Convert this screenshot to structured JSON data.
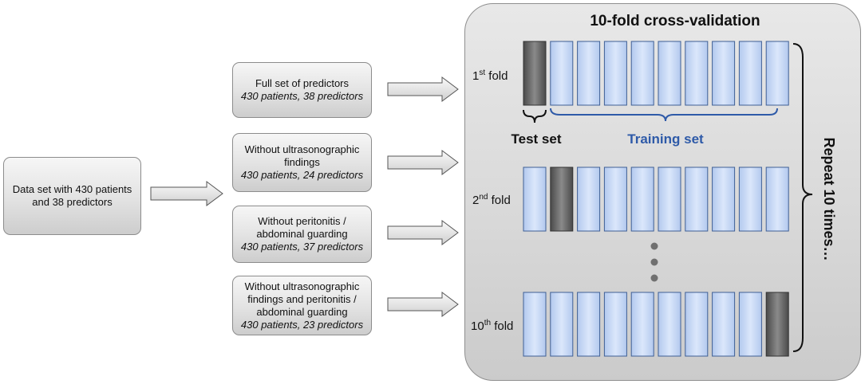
{
  "input_box": {
    "line1": "Data set with 430 patients",
    "line2": "and 38 predictors"
  },
  "predictor_sets": [
    {
      "lines": [
        "Full set of predictors"
      ],
      "detail": "430 patients, 38 predictors"
    },
    {
      "lines": [
        "Without ultrasonographic",
        "findings"
      ],
      "detail": "430 patients, 24 predictors"
    },
    {
      "lines": [
        "Without peritonitis /",
        "abdominal guarding"
      ],
      "detail": "430 patients, 37 predictors"
    },
    {
      "lines": [
        "Without ultrasonographic",
        "findings and peritonitis /",
        "abdominal guarding"
      ],
      "detail": "430 patients, 23 predictors"
    }
  ],
  "cv_panel": {
    "title": "10-fold cross-validation",
    "test_set_label": "Test set",
    "training_set_label": "Training set",
    "repeat_label": "Repeat 10 times…",
    "folds": [
      {
        "num": "1",
        "sup": "st",
        "word": "fold",
        "test_index": 0
      },
      {
        "num": "2",
        "sup": "nd",
        "word": "fold",
        "test_index": 1
      },
      {
        "num": "10",
        "sup": "th",
        "word": "fold",
        "test_index": 9
      }
    ]
  },
  "colors": {
    "training_fill": "#c9dbf7",
    "test_fill": "#6a6a6a",
    "brace_blue": "#2e5aa8"
  }
}
